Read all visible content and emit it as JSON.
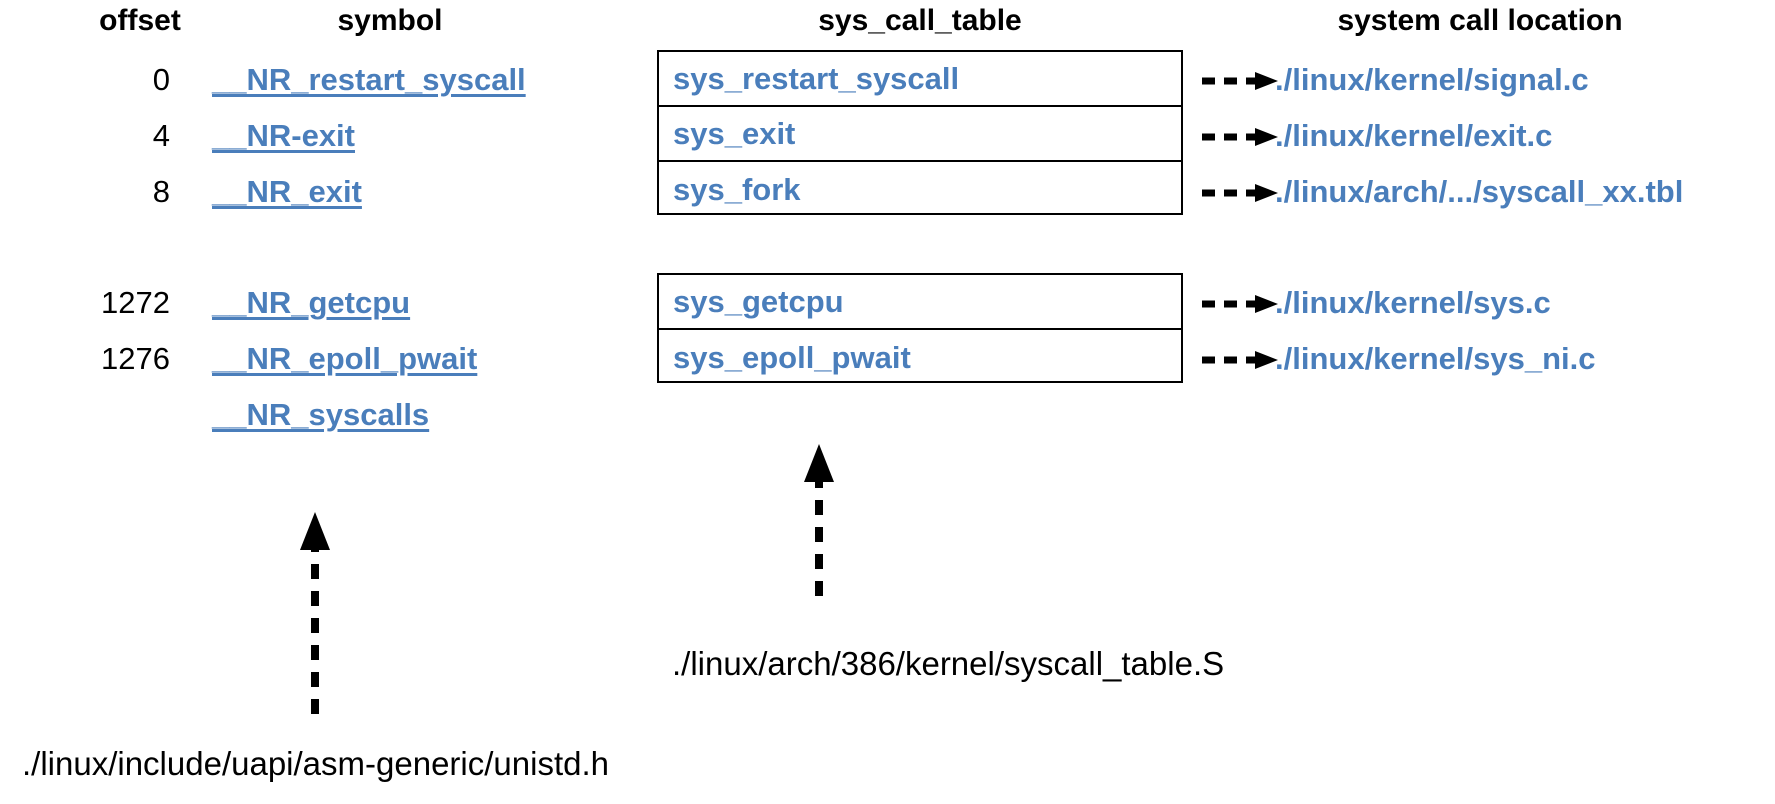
{
  "headers": {
    "offset": "offset",
    "symbol": "symbol",
    "sys_call_table": "sys_call_table",
    "system_call_location": "system call location"
  },
  "colors": {
    "accent_blue": "#4a7ebb",
    "text_black": "#000000",
    "border_black": "#000000",
    "background": "#ffffff"
  },
  "groups": [
    {
      "name": "top-group",
      "rows": [
        {
          "offset": "0",
          "symbol": "__NR_restart_syscall",
          "table_entry": "sys_restart_syscall",
          "location": "./linux/kernel/signal.c"
        },
        {
          "offset": "4",
          "symbol": "__NR-exit",
          "table_entry": "sys_exit",
          "location": "./linux/kernel/exit.c"
        },
        {
          "offset": "8",
          "symbol": "__NR_exit",
          "table_entry": "sys_fork",
          "location": "./linux/arch/.../syscall_xx.tbl"
        }
      ]
    },
    {
      "name": "bottom-group",
      "rows": [
        {
          "offset": "1272",
          "symbol": "__NR_getcpu",
          "table_entry": "sys_getcpu",
          "location": "./linux/kernel/sys.c"
        },
        {
          "offset": "1276",
          "symbol": "__NR_epoll_pwait",
          "table_entry": "sys_epoll_pwait",
          "location": "./linux/kernel/sys_ni.c"
        }
      ]
    }
  ],
  "extra_symbol": {
    "offset": "",
    "symbol": "__NR_syscalls"
  },
  "annotations": {
    "symbol_source_file": "./linux/include/uapi/asm-generic/unistd.h",
    "table_source_file": "./linux/arch/386/kernel/syscall_table.S"
  },
  "icons": {
    "dashed_right_arrow": "dashed-right-arrow-icon",
    "dashed_up_arrow": "dashed-up-arrow-icon"
  }
}
